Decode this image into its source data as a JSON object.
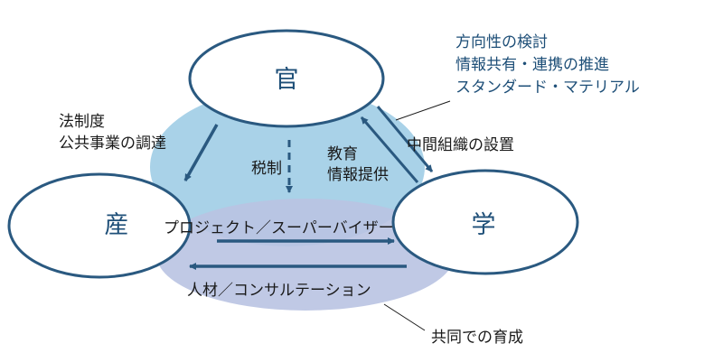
{
  "nodes": {
    "gov": "官",
    "industry": "産",
    "academia": "学"
  },
  "labels": {
    "law": "法制度",
    "procurement": "公共事業の調達",
    "tax": "税制",
    "education": "教育",
    "info": "情報提供",
    "intermediary": "中間組織の設置",
    "project": "プロジェクト／スーパーバイザー",
    "talent": "人材／コンサルテーション"
  },
  "notes": {
    "gov_direction": "方向性の検討",
    "gov_sharing": "情報共有・連携の推進",
    "gov_standard": "スタンダード・マテリアル",
    "joint": "共同での育成"
  },
  "colors": {
    "upper_ellipse": "#a9d2e8",
    "lower_ellipse": "#b9c3e2",
    "stroke": "#2a5980"
  }
}
